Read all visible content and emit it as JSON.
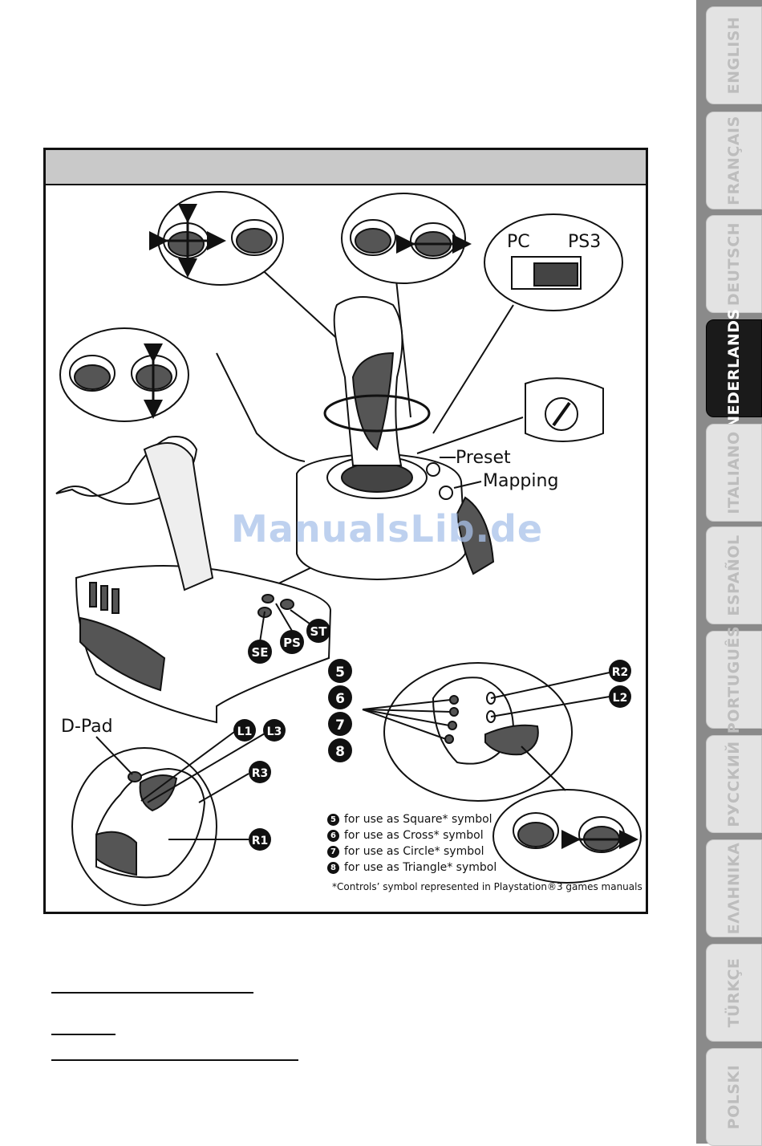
{
  "languages": [
    {
      "label": "ENGLISH",
      "active": false
    },
    {
      "label": "FRANÇAIS",
      "active": false
    },
    {
      "label": "DEUTSCH",
      "active": false
    },
    {
      "label": "NEDERLANDS",
      "active": true
    },
    {
      "label": "ITALIANO",
      "active": false
    },
    {
      "label": "ESPAÑOL",
      "active": false
    },
    {
      "label": "PORTUGUÊS",
      "active": false
    },
    {
      "label": "РУССКИЙ",
      "active": false
    },
    {
      "label": "ΕΛΛΗΝΙΚΑ",
      "active": false
    },
    {
      "label": "TÜRKÇE",
      "active": false
    },
    {
      "label": "POLSKI",
      "active": false
    }
  ],
  "figure": {
    "switch_left": "PC",
    "switch_right": "PS3",
    "preset_label": "Preset",
    "mapping_label": "Mapping",
    "dpad_label": "D-Pad",
    "badges": {
      "se": "SE",
      "ps": "PS",
      "st": "ST",
      "l1": "L1",
      "l3": "L3",
      "r3": "R3",
      "r1": "R1",
      "r2": "R2",
      "l2": "L2",
      "b5": "5",
      "b6": "6",
      "b7": "7",
      "b8": "8"
    },
    "watermark": "ManualsLib.de"
  },
  "legend": [
    {
      "num": "5",
      "text": "for use as Square* symbol"
    },
    {
      "num": "6",
      "text": "for use as Cross* symbol"
    },
    {
      "num": "7",
      "text": "for use as Circle* symbol"
    },
    {
      "num": "8",
      "text": "for use as Triangle* symbol"
    }
  ],
  "footnote": "*Controls’ symbol represented in Playstation®3 games manuals",
  "colors": {
    "tab_bg": "#e3e3e3",
    "tab_active": "#1a1a1a",
    "strip": "#8a8a8a",
    "header": "#c9c9c9",
    "watermark": "#a9c2ea"
  }
}
